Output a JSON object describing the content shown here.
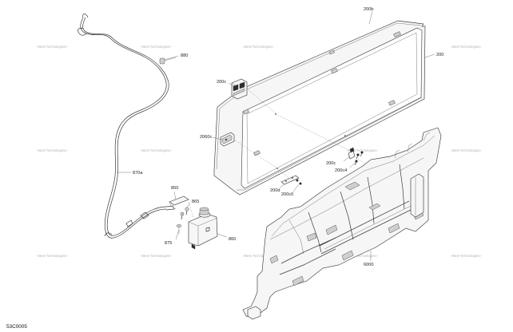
{
  "figure_id": "53C0005",
  "watermark_text": "«Best Technologies»",
  "callouts": {
    "c200b": "200b",
    "c200": "200",
    "c880": "880",
    "c200c_top": "200c",
    "c2060c": "2060c",
    "c870a": "870a",
    "c200c_mid": "200c",
    "c200c4": "200c4",
    "c200d": "200d",
    "c200c0": "200c0",
    "c850": "850",
    "c865": "865",
    "c875": "875",
    "c860": "860",
    "c6000": "6000"
  }
}
